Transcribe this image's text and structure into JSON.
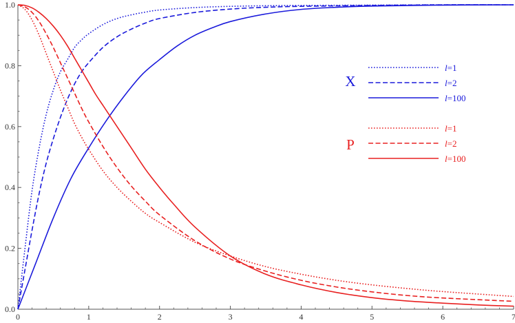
{
  "chart_data": {
    "type": "line",
    "title": "",
    "xlabel": "",
    "ylabel": "",
    "xlim": [
      0,
      7
    ],
    "ylim": [
      0,
      1
    ],
    "x_ticks": [
      0,
      1,
      2,
      3,
      4,
      5,
      6,
      7
    ],
    "y_ticks": [
      0.0,
      0.2,
      0.4,
      0.6,
      0.8,
      1.0
    ],
    "x_tick_labels": [
      "0",
      "1",
      "2",
      "3",
      "4",
      "5",
      "6",
      "7"
    ],
    "y_tick_labels": [
      "0.0",
      "0.2",
      "0.4",
      "0.6",
      "0.8",
      "1.0"
    ],
    "grid": false,
    "legend_position": "right",
    "colors": {
      "X": "#1a1adb",
      "P": "#e82020"
    },
    "legend_groups": [
      {
        "label": "X",
        "entries": [
          "l=1",
          "l=2",
          "l=100"
        ]
      },
      {
        "label": "P",
        "entries": [
          "l=1",
          "l=2",
          "l=100"
        ]
      }
    ],
    "series": [
      {
        "group": "X",
        "name": "l=1",
        "style": "dotted",
        "x": [
          0,
          0.1,
          0.2,
          0.3,
          0.4,
          0.5,
          0.6,
          0.7,
          0.8,
          0.9,
          1.0,
          1.2,
          1.4,
          1.6,
          1.8,
          2.0,
          2.5,
          3.0,
          3.5,
          4.0,
          5.0,
          6.0,
          7.0
        ],
        "y": [
          0.0,
          0.2,
          0.39,
          0.53,
          0.64,
          0.72,
          0.78,
          0.82,
          0.86,
          0.885,
          0.905,
          0.935,
          0.955,
          0.967,
          0.976,
          0.983,
          0.991,
          0.995,
          0.997,
          0.998,
          0.999,
          1.0,
          1.0
        ]
      },
      {
        "group": "X",
        "name": "l=2",
        "style": "dashed",
        "x": [
          0,
          0.1,
          0.2,
          0.3,
          0.4,
          0.5,
          0.6,
          0.7,
          0.8,
          0.9,
          1.0,
          1.2,
          1.4,
          1.6,
          1.8,
          2.0,
          2.5,
          3.0,
          3.5,
          4.0,
          5.0,
          6.0,
          7.0
        ],
        "y": [
          0.0,
          0.13,
          0.26,
          0.38,
          0.48,
          0.56,
          0.63,
          0.69,
          0.74,
          0.78,
          0.81,
          0.86,
          0.895,
          0.92,
          0.94,
          0.955,
          0.975,
          0.986,
          0.992,
          0.995,
          0.998,
          1.0,
          1.0
        ]
      },
      {
        "group": "X",
        "name": "l=100",
        "style": "solid",
        "x": [
          0,
          0.25,
          0.5,
          0.75,
          1.0,
          1.25,
          1.5,
          1.75,
          2.0,
          2.25,
          2.5,
          2.75,
          3.0,
          3.5,
          4.0,
          4.5,
          5.0,
          6.0,
          7.0
        ],
        "y": [
          0.0,
          0.15,
          0.3,
          0.43,
          0.53,
          0.62,
          0.7,
          0.77,
          0.82,
          0.865,
          0.9,
          0.925,
          0.945,
          0.97,
          0.985,
          0.992,
          0.996,
          0.999,
          1.0
        ]
      },
      {
        "group": "P",
        "name": "l=1",
        "style": "dotted",
        "x": [
          0,
          0.1,
          0.2,
          0.3,
          0.4,
          0.5,
          0.6,
          0.7,
          0.8,
          0.9,
          1.0,
          1.2,
          1.4,
          1.6,
          1.8,
          2.0,
          2.5,
          3.0,
          3.5,
          4.0,
          4.5,
          5.0,
          5.5,
          6.0,
          7.0
        ],
        "y": [
          1.0,
          0.985,
          0.95,
          0.9,
          0.84,
          0.78,
          0.72,
          0.665,
          0.61,
          0.565,
          0.525,
          0.455,
          0.4,
          0.355,
          0.315,
          0.285,
          0.22,
          0.175,
          0.14,
          0.115,
          0.095,
          0.08,
          0.068,
          0.058,
          0.042
        ]
      },
      {
        "group": "P",
        "name": "l=2",
        "style": "dashed",
        "x": [
          0,
          0.1,
          0.2,
          0.3,
          0.4,
          0.5,
          0.6,
          0.7,
          0.8,
          0.9,
          1.0,
          1.2,
          1.4,
          1.6,
          1.8,
          2.0,
          2.5,
          3.0,
          3.5,
          4.0,
          4.5,
          5.0,
          5.5,
          6.0,
          7.0
        ],
        "y": [
          1.0,
          0.993,
          0.975,
          0.945,
          0.905,
          0.86,
          0.81,
          0.76,
          0.71,
          0.66,
          0.615,
          0.535,
          0.465,
          0.405,
          0.355,
          0.31,
          0.225,
          0.165,
          0.125,
          0.095,
          0.073,
          0.057,
          0.045,
          0.037,
          0.026
        ]
      },
      {
        "group": "P",
        "name": "l=100",
        "style": "solid",
        "x": [
          0,
          0.1,
          0.2,
          0.3,
          0.4,
          0.5,
          0.6,
          0.7,
          0.8,
          0.9,
          1.0,
          1.1,
          1.2,
          1.3,
          1.4,
          1.6,
          1.8,
          2.0,
          2.2,
          2.5,
          3.0,
          3.5,
          4.0,
          4.5,
          5.0,
          5.5,
          6.0,
          6.5,
          7.0
        ],
        "y": [
          1.0,
          0.998,
          0.99,
          0.975,
          0.955,
          0.93,
          0.9,
          0.865,
          0.825,
          0.785,
          0.745,
          0.705,
          0.67,
          0.635,
          0.6,
          0.53,
          0.46,
          0.4,
          0.345,
          0.27,
          0.175,
          0.115,
          0.08,
          0.055,
          0.038,
          0.027,
          0.02,
          0.014,
          0.01
        ]
      }
    ]
  }
}
